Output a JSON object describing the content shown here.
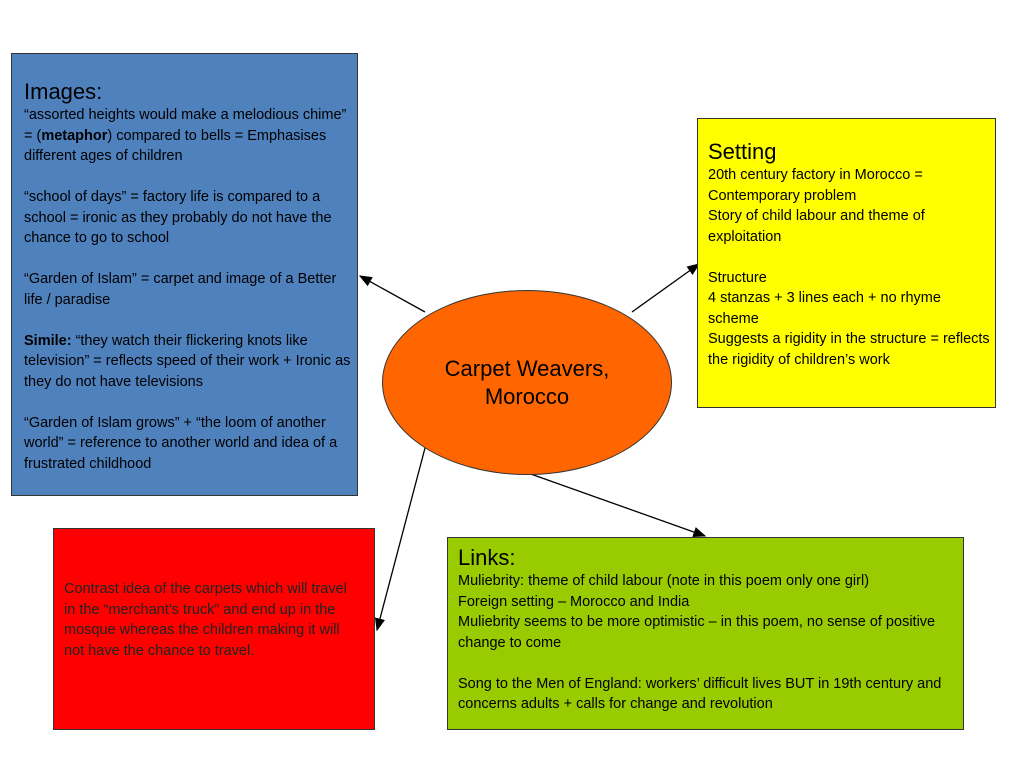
{
  "center": {
    "label": "Carpet Weavers, Morocco"
  },
  "images": {
    "heading": "Images:",
    "p1": "“assorted heights would make a melodious chime” = (",
    "p1_bold": "metaphor",
    "p1_end": ") compared to bells = Emphasises different ages of children",
    "p2": "“school of days” = factory life is compared to a school = ironic as they probably do not have the chance to go to school",
    "p3": "“Garden of Islam” = carpet and image of a Better life / paradise",
    "p4_bold": "Simile:",
    "p4": " “they watch their flickering knots like  television” = reflects speed of their work + Ironic as they do not have televisions",
    "p5": "“Garden of Islam grows” + “the loom of another world”  = reference to another world and idea of a frustrated childhood"
  },
  "setting": {
    "heading": "Setting",
    "line1": "20th century factory in Morocco = Contemporary problem",
    "line2": "Story of child labour and theme of exploitation",
    "structure_label": "Structure",
    "line3": "4 stanzas + 3 lines each + no rhyme scheme",
    "line4": "Suggests a rigidity in the structure = reflects the rigidity of children’s work"
  },
  "contrast": {
    "text": "Contrast idea of the carpets which will travel in the “merchant’s truck” and end up in the mosque whereas the children making it will not have the chance to travel."
  },
  "links": {
    "heading": "Links:",
    "line1": "Muliebrity: theme of child labour (note in this poem only one girl)",
    "line2": "Foreign setting – Morocco and India",
    "line3": "Muliebrity seems to be more optimistic – in this poem, no sense of positive change to come",
    "line4": "Song to the Men of England: workers’ difficult lives BUT in 19th century and concerns adults + calls for change and revolution"
  }
}
